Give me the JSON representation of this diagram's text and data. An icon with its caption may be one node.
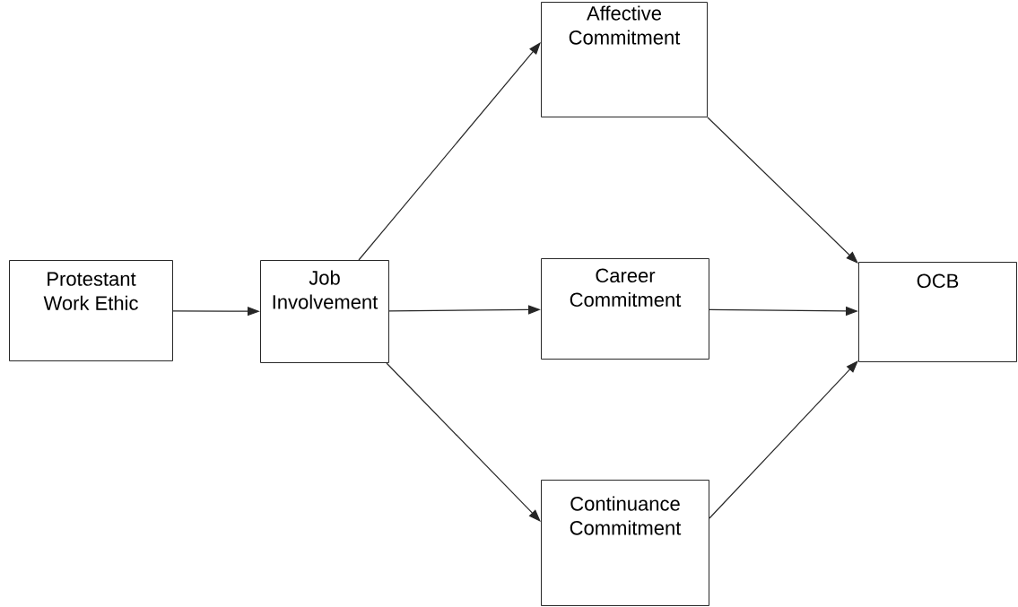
{
  "diagram": {
    "nodes": [
      {
        "text": [
          "Protestant Work Ethic"
        ]
      },
      {
        "text": [
          "Job Involvement"
        ]
      },
      {
        "text": [
          "Affective Commitment"
        ]
      },
      {
        "text": [
          "Career Commitment"
        ]
      },
      {
        "text": [
          "Continuance Commitment"
        ]
      },
      {
        "text": [
          "OCB"
        ]
      }
    ],
    "edges": [
      {
        "from": 0,
        "to": 1,
        "arrow": "to"
      },
      {
        "from": 1,
        "to": 2,
        "arrow": "to"
      },
      {
        "from": 1,
        "to": 3,
        "arrow": "to"
      },
      {
        "from": 1,
        "to": 4,
        "arrow": "to"
      },
      {
        "from": 2,
        "to": 5,
        "arrow": "to"
      },
      {
        "from": 3,
        "to": 5,
        "arrow": "to"
      },
      {
        "from": 4,
        "to": 5,
        "arrow": "to"
      }
    ]
  }
}
